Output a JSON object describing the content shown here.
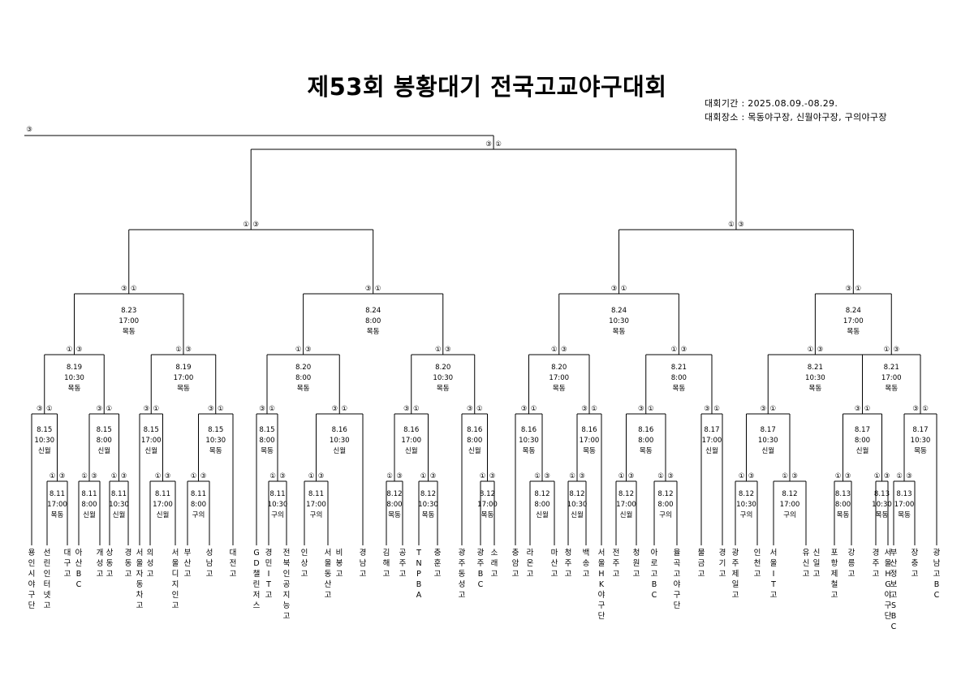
{
  "title": "제53회 봉황대기 전국고교야구대회",
  "period": "대회기간 : 2025.08.09.-08.29.",
  "venue": "대회장소 : 목동야구장, 신월야구장, 구의야구장",
  "teams": [
    "용인시야구단",
    "선린인터넷고",
    "대구고",
    "아산BC",
    "개성고",
    "상동고",
    "경동고",
    "서울자동차고",
    "의성고",
    "서울디지인고",
    "부산고",
    "성남고",
    "대전고",
    "GD챌린저스",
    "경민IT고",
    "전북인공지능고",
    "인상고",
    "서울동산고",
    "비봉고",
    "경남고",
    "김해고",
    "공주고",
    "TNPBA",
    "충훈고",
    "광주동성고",
    "광주BC",
    "소래고",
    "충암고",
    "라온고",
    "마산고",
    "청주고",
    "백송고",
    "서울HK야구단",
    "전주고",
    "청원고",
    "아로고BC",
    "율곡고야구단",
    "물금고",
    "경기고",
    "광주제일고",
    "인천고",
    "서울IT고",
    "유신고",
    "신일고",
    "포항제철고",
    "강릉고",
    "경주고",
    "서울HG야구단",
    "부산정보고SBC",
    "장충고",
    "광남고BC"
  ],
  "games": {
    "r0": [
      {
        "date": "8.11",
        "time": "17:00",
        "venue": "목동"
      },
      {
        "date": "8.11",
        "time": "8:00",
        "venue": "신월"
      },
      {
        "date": "8.11",
        "time": "10:30",
        "venue": "신월"
      },
      {
        "date": "8.11",
        "time": "17:00",
        "venue": "신월"
      },
      {
        "date": "8.11",
        "time": "8:00",
        "venue": "구의"
      },
      {
        "date": "8.11",
        "time": "10:30",
        "venue": "구의"
      },
      {
        "date": "8.11",
        "time": "17:00",
        "venue": "구의"
      },
      {
        "date": "8.12",
        "time": "8:00",
        "venue": "목동"
      },
      {
        "date": "8.12",
        "time": "10:30",
        "venue": "목동"
      },
      {
        "date": "8.12",
        "time": "17:00",
        "venue": "목동"
      },
      {
        "date": "8.12",
        "time": "8:00",
        "venue": "신월"
      },
      {
        "date": "8.12",
        "time": "10:30",
        "venue": "신월"
      },
      {
        "date": "8.12",
        "time": "17:00",
        "venue": "신월"
      },
      {
        "date": "8.12",
        "time": "8:00",
        "venue": "구의"
      },
      {
        "date": "8.12",
        "time": "10:30",
        "venue": "구의"
      },
      {
        "date": "8.12",
        "time": "17:00",
        "venue": "구의"
      },
      {
        "date": "8.13",
        "time": "8:00",
        "venue": "목동"
      },
      {
        "date": "8.13",
        "time": "10:30",
        "venue": "목동"
      },
      {
        "date": "8.13",
        "time": "17:00",
        "venue": "목동"
      }
    ],
    "r1": [
      {
        "date": "8.15",
        "time": "10:30",
        "venue": "신월"
      },
      {
        "date": "8.15",
        "time": "8:00",
        "venue": "신월"
      },
      {
        "date": "8.15",
        "time": "17:00",
        "venue": "신월"
      },
      {
        "date": "8.15",
        "time": "10:30",
        "venue": "목동"
      },
      {
        "date": "8.15",
        "time": "8:00",
        "venue": "목동"
      },
      {
        "date": "8.16",
        "time": "10:30",
        "venue": "신월"
      },
      {
        "date": "8.16",
        "time": "17:00",
        "venue": "신월"
      },
      {
        "date": "8.16",
        "time": "8:00",
        "venue": "신월"
      },
      {
        "date": "8.16",
        "time": "10:30",
        "venue": "목동"
      },
      {
        "date": "8.16",
        "time": "17:00",
        "venue": "목동"
      },
      {
        "date": "8.16",
        "time": "8:00",
        "venue": "목동"
      },
      {
        "date": "8.17",
        "time": "17:00",
        "venue": "신월"
      },
      {
        "date": "8.17",
        "time": "10:30",
        "venue": "신월"
      },
      {
        "date": "8.17",
        "time": "8:00",
        "venue": "신월"
      },
      {
        "date": "8.17",
        "time": "10:30",
        "venue": "목동"
      },
      {
        "date": "8.17",
        "time": "8:00",
        "venue": "목동"
      }
    ],
    "r2": [
      {
        "date": "8.19",
        "time": "10:30",
        "venue": "목동"
      },
      {
        "date": "8.19",
        "time": "17:00",
        "venue": "목동"
      },
      {
        "date": "8.20",
        "time": "8:00",
        "venue": "목동"
      },
      {
        "date": "8.20",
        "time": "10:30",
        "venue": "목동"
      },
      {
        "date": "8.20",
        "time": "17:00",
        "venue": "목동"
      },
      {
        "date": "8.21",
        "time": "8:00",
        "venue": "목동"
      },
      {
        "date": "8.21",
        "time": "10:30",
        "venue": "목동"
      },
      {
        "date": "8.21",
        "time": "17:00",
        "venue": "목동"
      }
    ],
    "r3": [
      {
        "date": "8.23",
        "time": "17:00",
        "venue": "목동"
      },
      {
        "date": "8.24",
        "time": "8:00",
        "venue": "목동"
      },
      {
        "date": "8.24",
        "time": "10:30",
        "venue": "목동"
      },
      {
        "date": "8.24",
        "time": "17:00",
        "venue": "목동"
      }
    ]
  },
  "markers": {
    "first": "①",
    "third": "③"
  }
}
